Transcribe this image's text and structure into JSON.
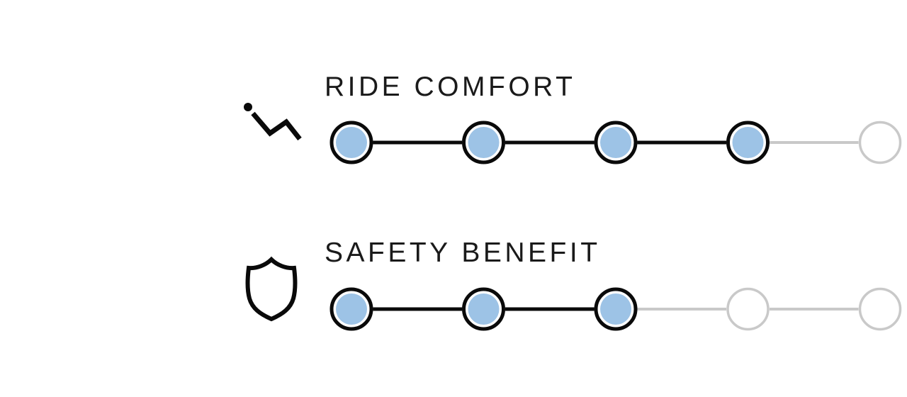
{
  "page": {
    "background": "#ffffff"
  },
  "ratings": [
    {
      "label": "RIDE COMFORT",
      "icon": "reclined-seat-icon",
      "value": 4,
      "max": 5
    },
    {
      "label": "SAFETY BENEFIT",
      "icon": "shield-icon",
      "value": 3,
      "max": 5
    }
  ],
  "colors": {
    "dot_active_fill": "#9DC3E6",
    "dot_active_ring": "#0a0a0a",
    "connector_active": "#0a0a0a",
    "inactive": "#c9c9c9",
    "text": "#1a1a1a",
    "icon": "#0a0a0a"
  }
}
